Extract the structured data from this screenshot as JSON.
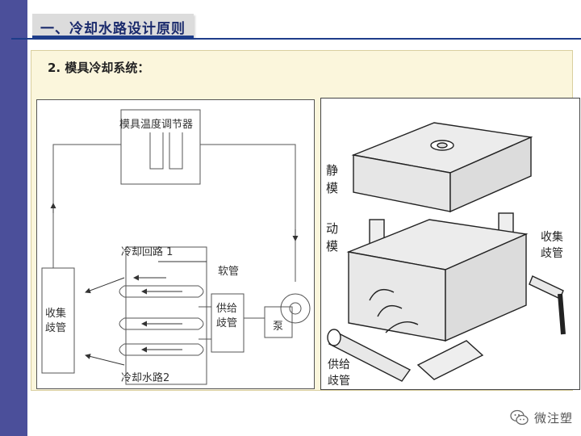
{
  "header": {
    "title": "一、冷却水路设计原则"
  },
  "section": {
    "subtitle": "2. 模具冷却系统："
  },
  "schematic": {
    "temp_controller": "模具温度调节器",
    "loop1": "冷却回路 1",
    "loop2": "冷却水路2",
    "hose": "软管",
    "collect_top": "收集",
    "collect_bottom": "歧管",
    "supply_top": "供给",
    "supply_bottom": "歧管",
    "pump": "泵"
  },
  "illustration": {
    "fixed_top": "静",
    "fixed_bottom": "模",
    "moving_top": "动",
    "moving_bottom": "模",
    "collect_top": "收集",
    "collect_bottom": "歧管",
    "supply_top": "供给",
    "supply_bottom": "歧管"
  },
  "watermark": {
    "text": "微注塑",
    "icon": "wechat-icon"
  },
  "colors": {
    "sidebar": "#4b4f9a",
    "accent": "#1e3d8a",
    "content_bg": "#fbf6dc"
  }
}
